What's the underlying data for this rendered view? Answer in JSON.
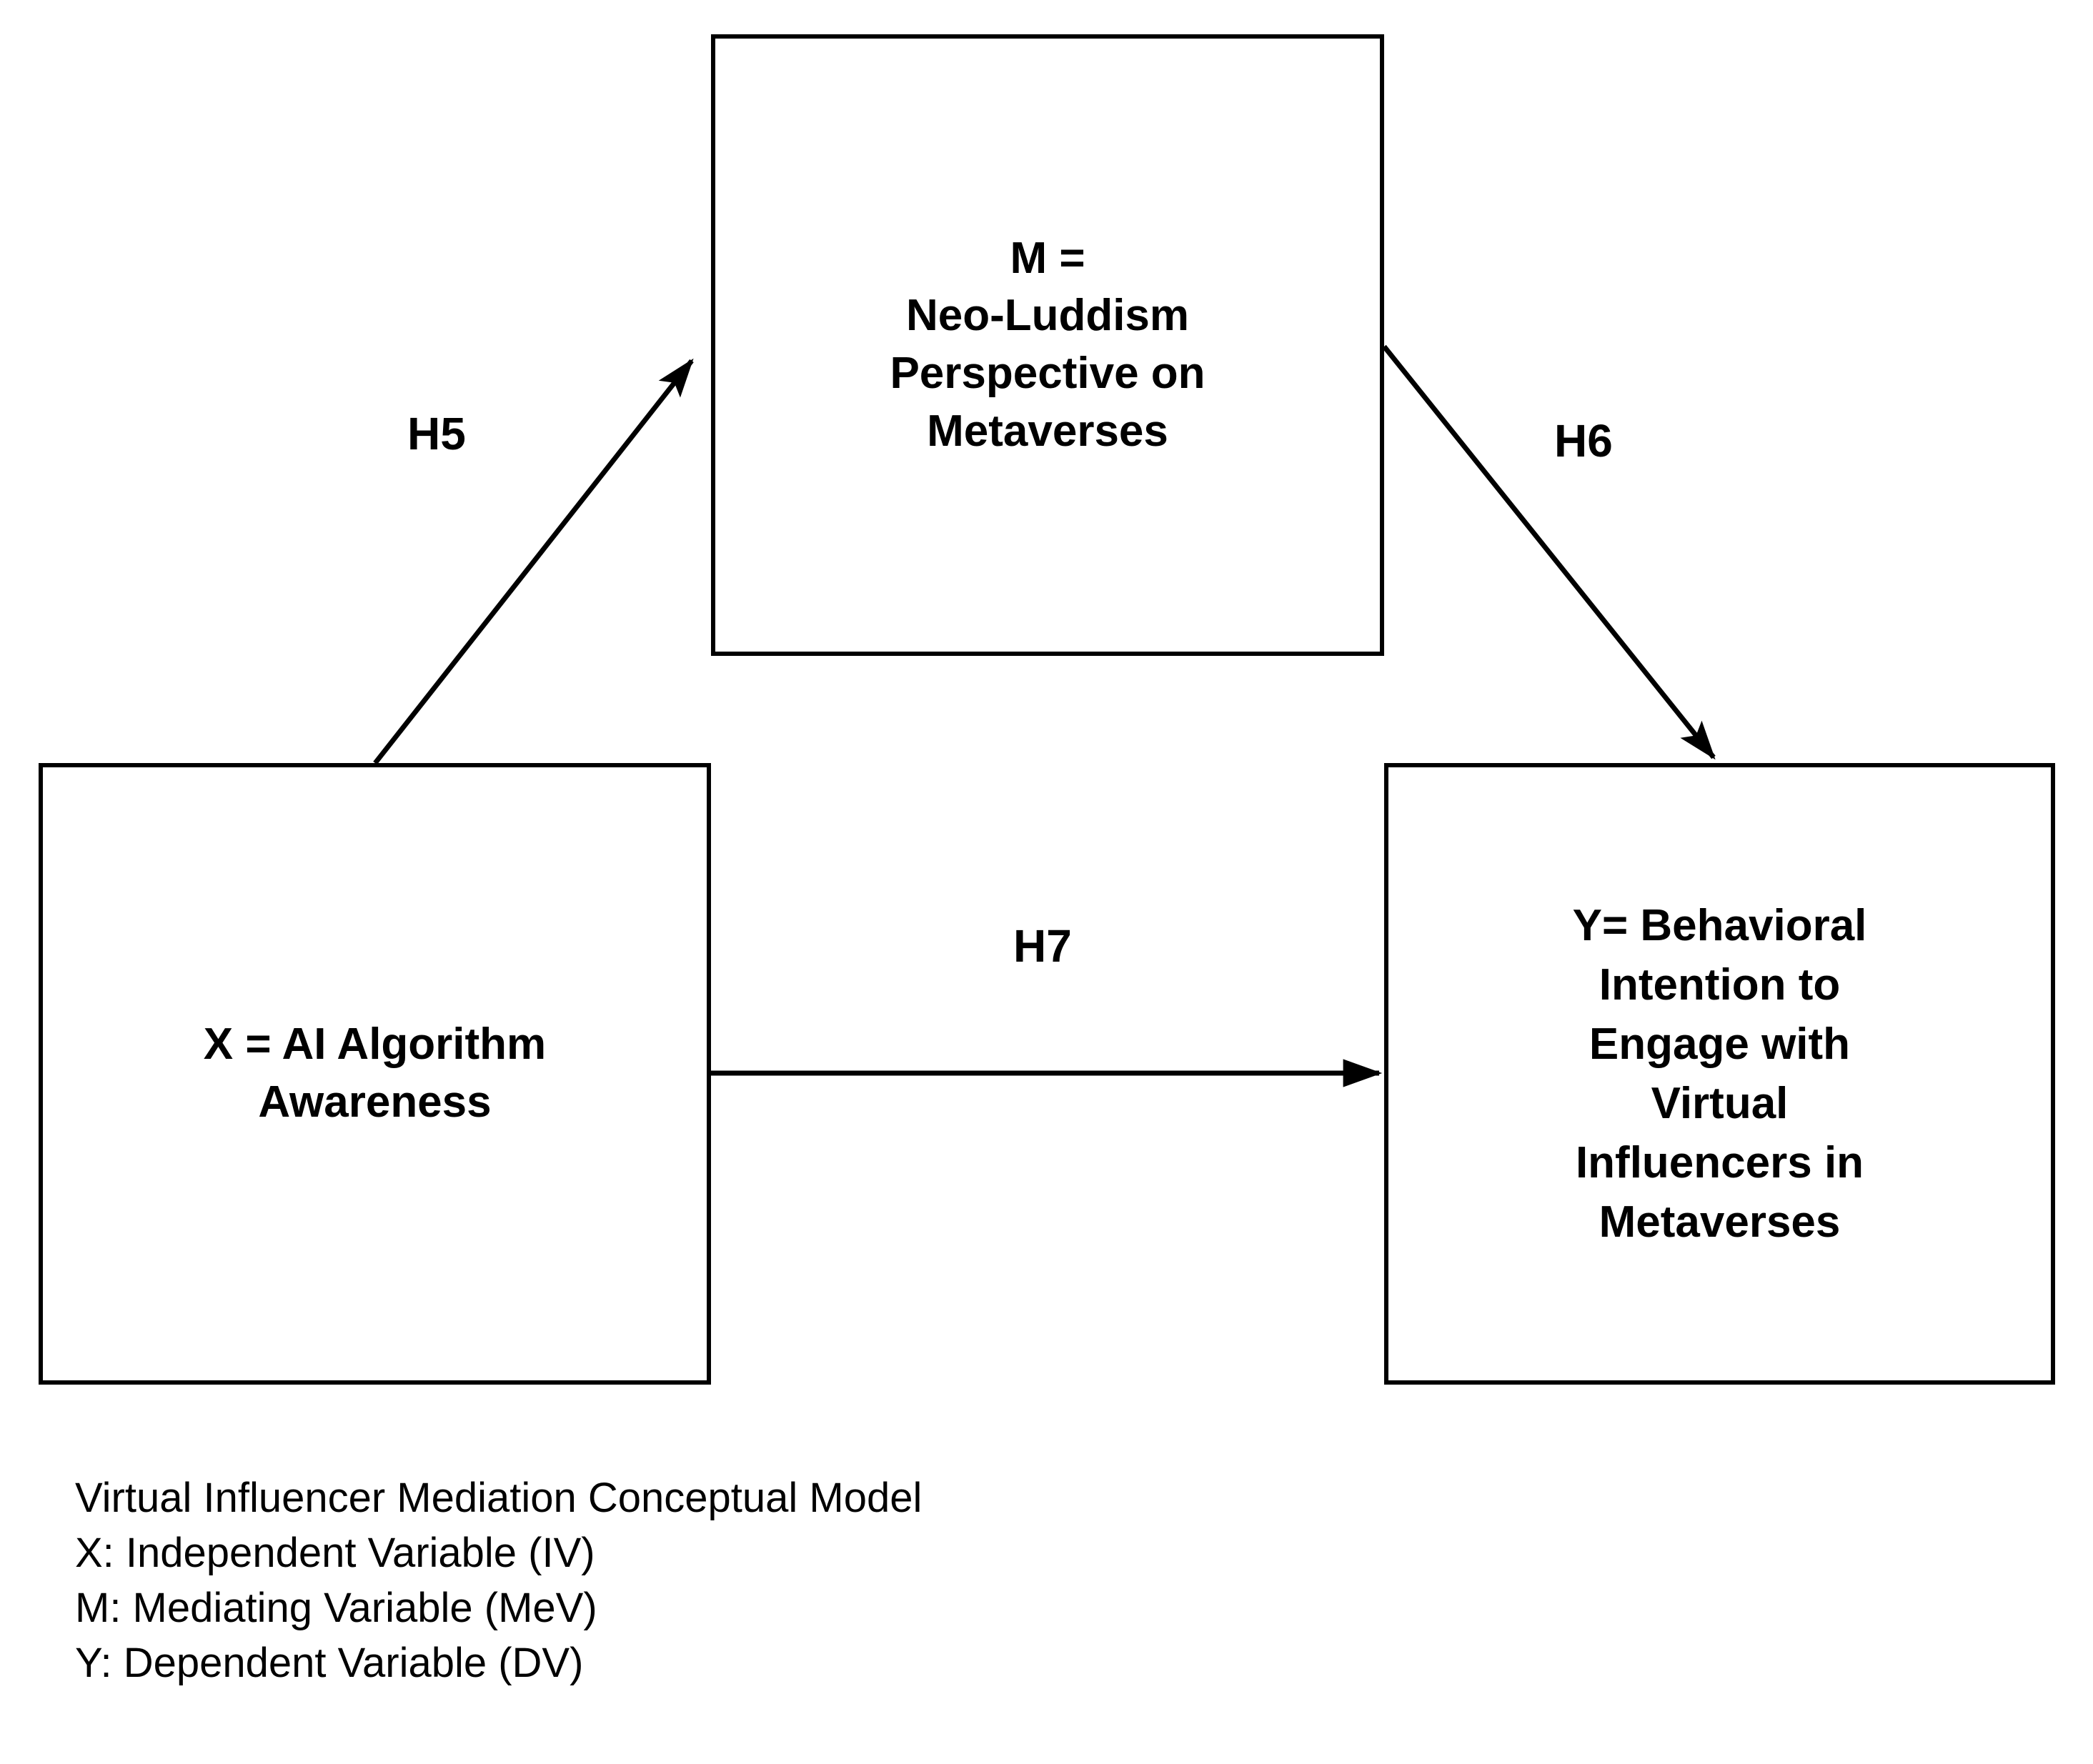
{
  "figure": {
    "type": "conceptual-mediation-model-diagram",
    "background_color": "#ffffff",
    "line_color": "#000000"
  },
  "nodes": {
    "independent": {
      "key": "X",
      "label": "X = AI Algorithm\nAwareness",
      "role": "Independent Variable (IV)"
    },
    "mediator": {
      "key": "M",
      "label": "M =\nNeo-Luddism\nPerspective on\nMetaverses",
      "role": "Mediating Variable (MeV)"
    },
    "dependent": {
      "key": "Y",
      "label": "Y= Behavioral\nIntention to\nEngage with\nVirtual\nInfluencers in\nMetaverses",
      "role": "Dependent Variable (DV)"
    }
  },
  "edges": [
    {
      "id": "h5",
      "label": "H5",
      "from": "X",
      "to": "M",
      "direction": "up-right"
    },
    {
      "id": "h6",
      "label": "H6",
      "from": "M",
      "to": "Y",
      "direction": "down-right"
    },
    {
      "id": "h7",
      "label": "H7",
      "from": "X",
      "to": "Y",
      "direction": "right"
    }
  ],
  "caption": {
    "lines": [
      "Virtual Influencer Mediation Conceptual Model",
      "X: Independent Variable (IV)",
      "M: Mediating Variable (MeV)",
      "Y: Dependent Variable (DV)"
    ]
  }
}
